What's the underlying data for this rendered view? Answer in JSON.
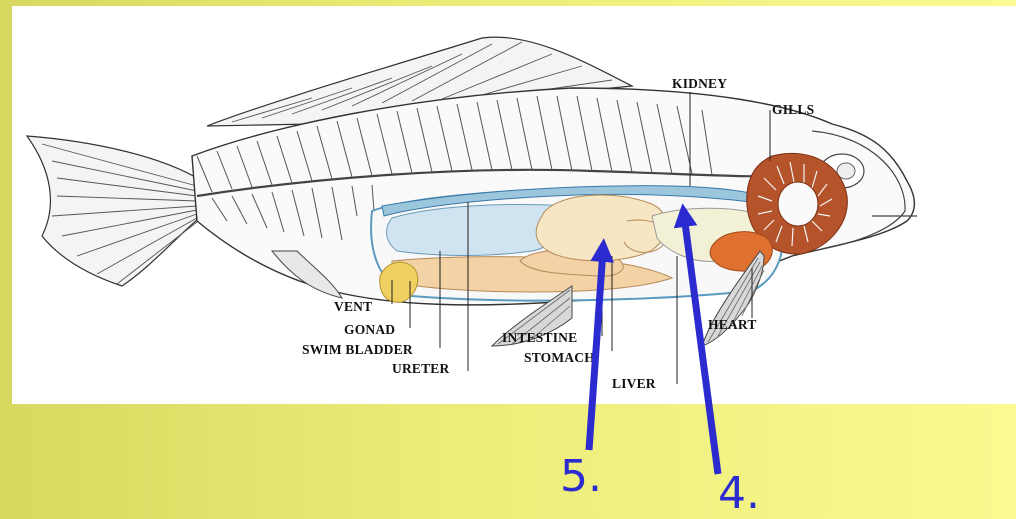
{
  "labels": {
    "kidney": "KIDNEY",
    "gills": "GILLS",
    "vent": "VENT",
    "gonad": "GONAD",
    "swim_bladder": "SWIM BLADDER",
    "ureter": "URETER",
    "intestine": "INTESTINE",
    "stomach": "STOMACH",
    "liver": "LIVER",
    "heart": "HEART"
  },
  "markers": {
    "marker_5": "5.",
    "marker_4": "4."
  },
  "colors": {
    "background_left": "#d8d860",
    "background_right": "#fafa92",
    "arrow": "#2b2bd0",
    "gills": "#b5532a",
    "heart": "#e07030",
    "gonad": "#f0d060",
    "swim_bladder": "#cfe4f0",
    "intestine": "#f3d2a6",
    "stomach": "#f7e6c4"
  }
}
